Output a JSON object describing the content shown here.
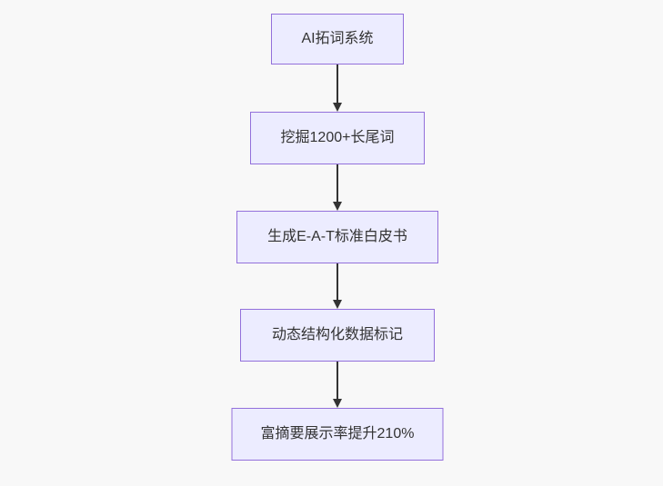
{
  "diagram": {
    "type": "flowchart-top-down",
    "nodes": [
      {
        "id": "node-1",
        "label": "AI拓词系统"
      },
      {
        "id": "node-2",
        "label": "挖掘1200+长尾词"
      },
      {
        "id": "node-3",
        "label": "生成E-A-T标准白皮书"
      },
      {
        "id": "node-4",
        "label": "动态结构化数据标记"
      },
      {
        "id": "node-5",
        "label": "富摘要展示率提升210%"
      }
    ],
    "edges": [
      {
        "from": "node-1",
        "to": "node-2"
      },
      {
        "from": "node-2",
        "to": "node-3"
      },
      {
        "from": "node-3",
        "to": "node-4"
      },
      {
        "from": "node-4",
        "to": "node-5"
      }
    ],
    "colors": {
      "node_fill": "#ECECFF",
      "node_border": "#9370DB",
      "arrow": "#333333",
      "text": "#333333",
      "background": "#f8f8f8"
    }
  }
}
